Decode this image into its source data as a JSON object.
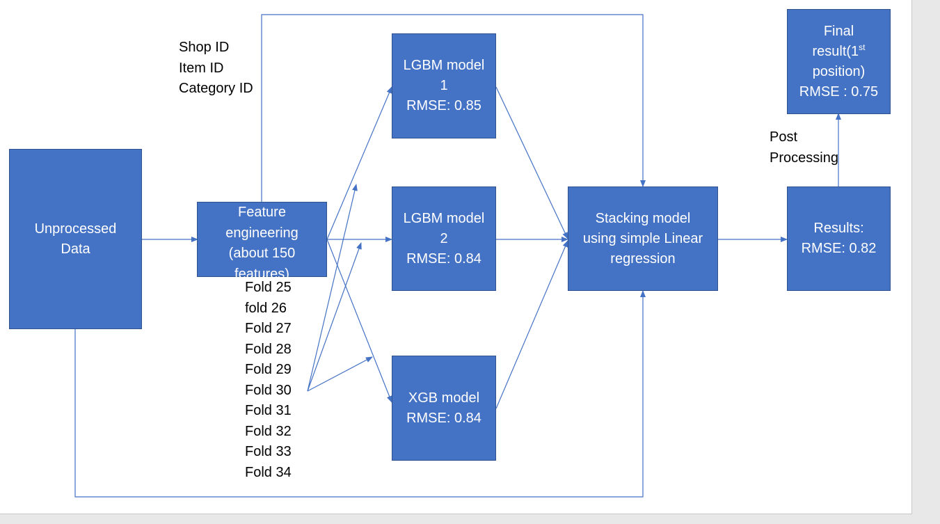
{
  "nodes": {
    "unprocessed": {
      "lines": [
        "Unprocessed",
        "Data"
      ]
    },
    "feature": {
      "lines": [
        "Feature",
        "engineering",
        "(about 150",
        "features)"
      ]
    },
    "lgbm1": {
      "lines": [
        "LGBM model",
        "1",
        "RMSE: 0.85"
      ]
    },
    "lgbm2": {
      "lines": [
        "LGBM model",
        "2",
        "RMSE: 0.84"
      ]
    },
    "xgb": {
      "lines": [
        "XGB model",
        "RMSE: 0.84"
      ]
    },
    "stacking": {
      "lines": [
        "Stacking model",
        "using simple Linear",
        "regression"
      ]
    },
    "results": {
      "lines": [
        "Results:",
        "RMSE: 0.82"
      ]
    },
    "final": {
      "line1": "Final",
      "line2_pre": "result(1",
      "line2_sup": "st",
      "line3": "position)",
      "line4": "RMSE : 0.75"
    }
  },
  "labels": {
    "ids": [
      "Shop ID",
      "Item ID",
      "Category ID"
    ],
    "folds": [
      "Fold 25",
      "fold 26",
      "Fold 27",
      "Fold 28",
      "Fold 29",
      "Fold 30",
      "Fold 31",
      "Fold 32",
      "Fold 33",
      "Fold 34"
    ],
    "post": [
      "Post",
      "Processing"
    ]
  },
  "colors": {
    "box_fill": "#4472c4",
    "box_border": "#2f528f",
    "wire": "#4472c4"
  }
}
